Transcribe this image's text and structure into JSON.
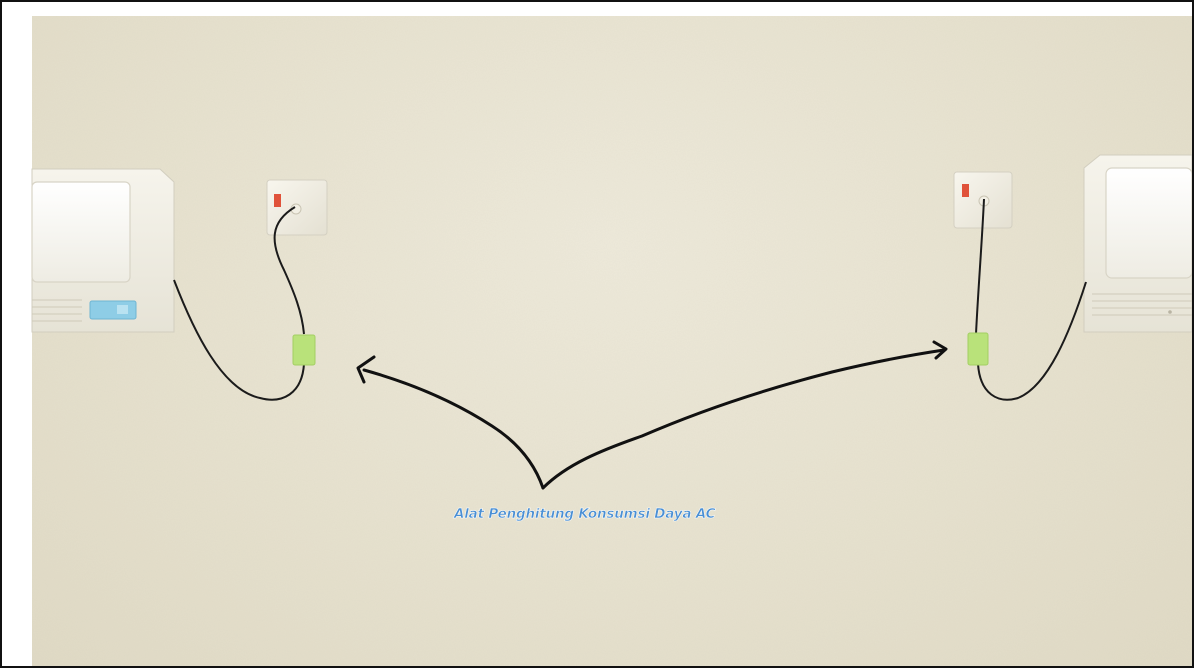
{
  "caption": {
    "text": "Alat Penghitung Konsumsi Daya AC",
    "color": "#4a8fd4"
  },
  "colors": {
    "wall": "#e7e2cf",
    "ac_unit_body": "#f4f2ea",
    "ac_display": "#8ecde6",
    "switch_plate": "#f2efe5",
    "switch_indicator": "#e0523a",
    "power_meter": "#b9e27a",
    "cable": "#1b1b1b",
    "arrow": "#111111"
  },
  "objects": {
    "left_ac_unit": "air-conditioner",
    "right_ac_unit": "air-conditioner",
    "left_outlet": "wall-outlet",
    "right_outlet": "wall-outlet",
    "left_meter": "power-meter",
    "right_meter": "power-meter",
    "annotation": "hand-drawn-double-arrow"
  }
}
